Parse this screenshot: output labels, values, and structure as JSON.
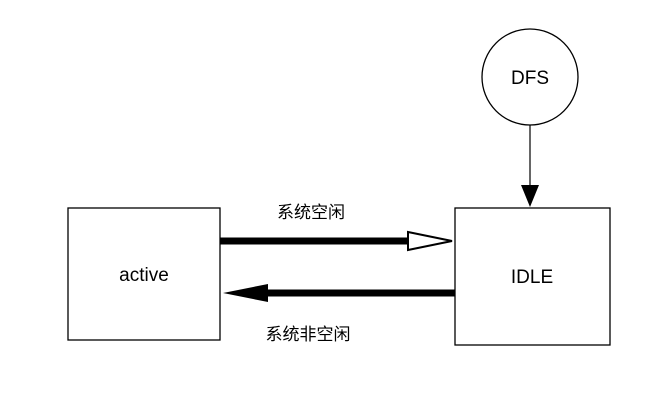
{
  "diagram": {
    "title": "state-transition-diagram",
    "colors": {
      "background": "#ffffff",
      "stroke": "#000000",
      "text": "#000000"
    },
    "nodes": {
      "dfs": {
        "label": "DFS",
        "shape": "circle"
      },
      "active": {
        "label": "active",
        "shape": "rectangle"
      },
      "idle": {
        "label": "IDLE",
        "shape": "rectangle"
      }
    },
    "edges": {
      "dfs_to_idle": {
        "label": "",
        "from": "dfs",
        "to": "idle",
        "style": "thin-arrow"
      },
      "active_to_idle": {
        "label": "系统空闲",
        "from": "active",
        "to": "idle",
        "style": "thick-arrow"
      },
      "idle_to_active": {
        "label": "系统非空闲",
        "from": "idle",
        "to": "active",
        "style": "thick-arrow"
      }
    }
  }
}
